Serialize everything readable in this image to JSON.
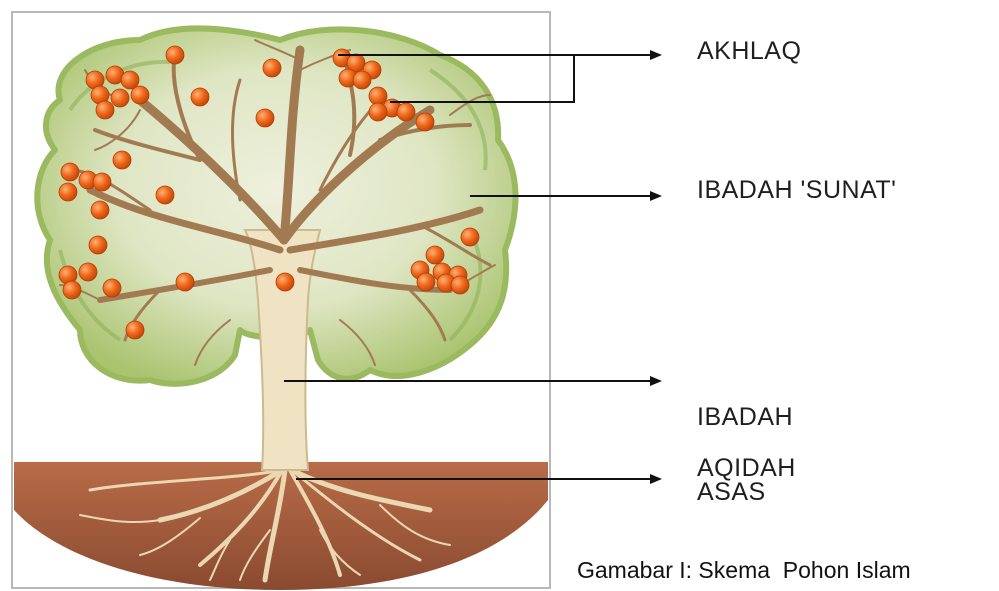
{
  "labels": {
    "akhlaq": "AKHLAQ",
    "ibadah_sunat": "IBADAH 'SUNAT'",
    "ibadah_asas_line1": "IBADAH",
    "ibadah_asas_line2": "ASAS",
    "aqidah": "AQIDAH"
  },
  "caption": "Gamabar I: Skema  Pohon Islam",
  "colors": {
    "foliage": "#b9cf8a",
    "foliage_dark": "#8fb05a",
    "trunk": "#efe3c4",
    "branch": "#a27a52",
    "fruit": "#f06a1c",
    "soil": "#9c5a3c",
    "roots": "#e9d3b0",
    "arrow": "#111111"
  }
}
